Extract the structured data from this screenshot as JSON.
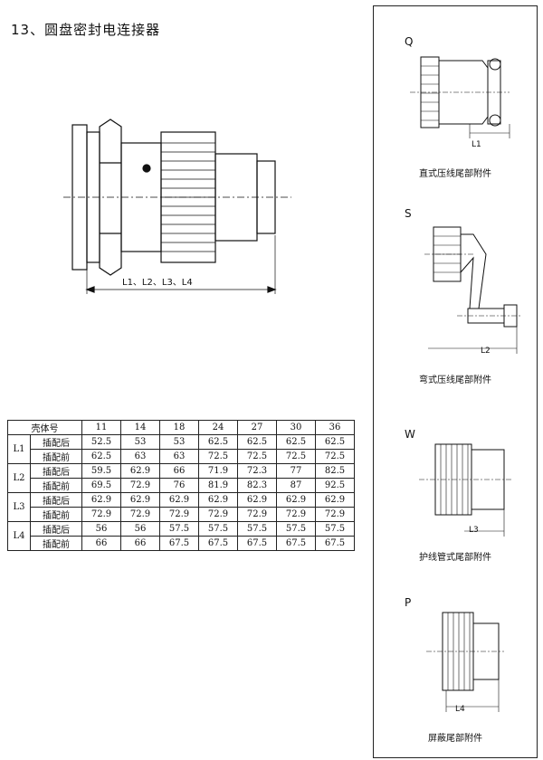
{
  "title": "13、圆盘密封电连接器",
  "main_dim_label": "L1、L2、L3、L4",
  "table": {
    "header_label": "壳体号",
    "sizes": [
      "11",
      "14",
      "18",
      "24",
      "27",
      "30",
      "36"
    ],
    "groups": [
      {
        "name": "L1",
        "rows": [
          {
            "label": "插配后",
            "values": [
              "52.5",
              "53",
              "53",
              "62.5",
              "62.5",
              "62.5",
              "62.5"
            ]
          },
          {
            "label": "插配前",
            "values": [
              "62.5",
              "63",
              "63",
              "72.5",
              "72.5",
              "72.5",
              "72.5"
            ]
          }
        ]
      },
      {
        "name": "L2",
        "rows": [
          {
            "label": "插配后",
            "values": [
              "59.5",
              "62.9",
              "66",
              "71.9",
              "72.3",
              "77",
              "82.5"
            ]
          },
          {
            "label": "插配前",
            "values": [
              "69.5",
              "72.9",
              "76",
              "81.9",
              "82.3",
              "87",
              "92.5"
            ]
          }
        ]
      },
      {
        "name": "L3",
        "rows": [
          {
            "label": "插配后",
            "values": [
              "62.9",
              "62.9",
              "62.9",
              "62.9",
              "62.9",
              "62.9",
              "62.9"
            ]
          },
          {
            "label": "插配前",
            "values": [
              "72.9",
              "72.9",
              "72.9",
              "72.9",
              "72.9",
              "72.9",
              "72.9"
            ]
          }
        ]
      },
      {
        "name": "L4",
        "rows": [
          {
            "label": "插配后",
            "values": [
              "56",
              "56",
              "57.5",
              "57.5",
              "57.5",
              "57.5",
              "57.5"
            ]
          },
          {
            "label": "插配前",
            "values": [
              "66",
              "66",
              "67.5",
              "67.5",
              "67.5",
              "67.5",
              "67.5"
            ]
          }
        ]
      }
    ]
  },
  "figures": [
    {
      "letter": "Q",
      "dim": "L1",
      "caption": "直式压线尾部附件"
    },
    {
      "letter": "S",
      "dim": "L2",
      "caption": "弯式压线尾部附件"
    },
    {
      "letter": "W",
      "dim": "L3",
      "caption": "护线管式尾部附件"
    },
    {
      "letter": "P",
      "dim": "L4",
      "caption": "屏蔽尾部附件"
    }
  ]
}
